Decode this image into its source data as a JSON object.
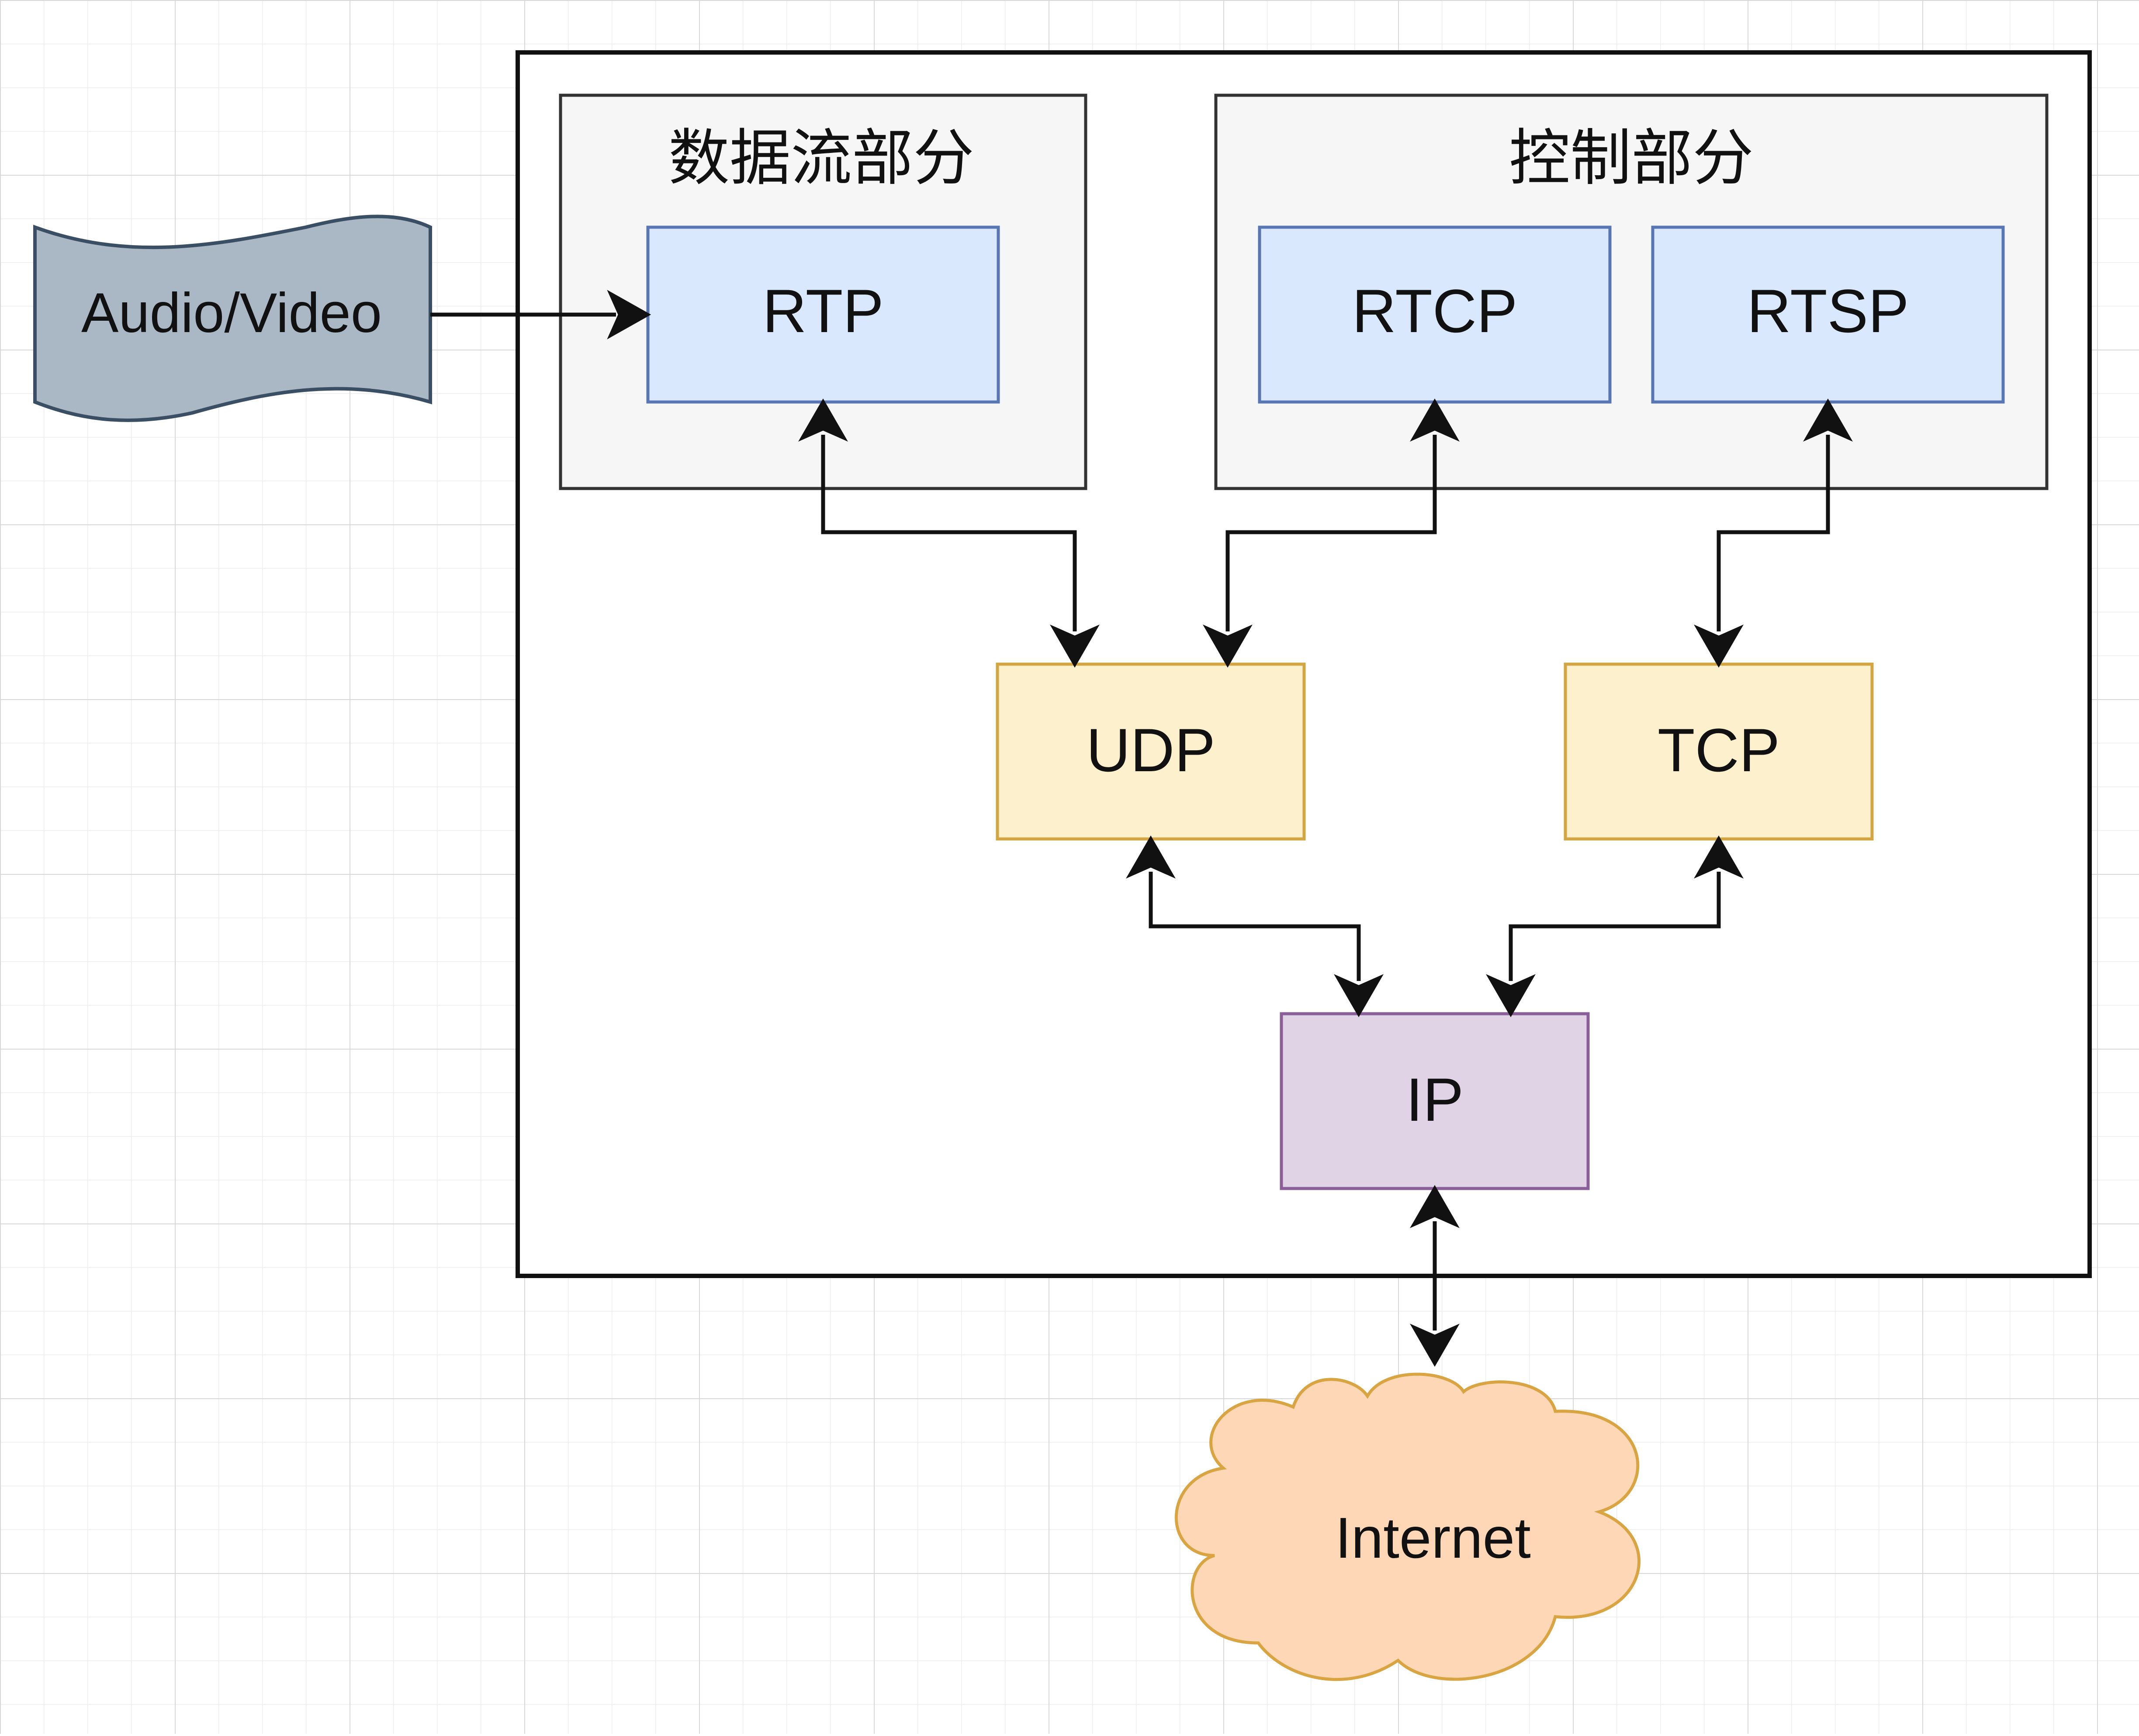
{
  "diagram": {
    "source": {
      "label": "Audio/Video",
      "fill": "#a9b8c4",
      "stroke": "#3a4f63"
    },
    "groups": {
      "data_stream": {
        "label": "数据流部分"
      },
      "control": {
        "label": "控制部分"
      }
    },
    "nodes": {
      "rtp": {
        "label": "RTP",
        "fill": "#d9e8fc",
        "stroke": "#5876b3"
      },
      "rtcp": {
        "label": "RTCP",
        "fill": "#d9e8fc",
        "stroke": "#5876b3"
      },
      "rtsp": {
        "label": "RTSP",
        "fill": "#d9e8fc",
        "stroke": "#5876b3"
      },
      "udp": {
        "label": "UDP",
        "fill": "#fdf0cc",
        "stroke": "#d3a642"
      },
      "tcp": {
        "label": "TCP",
        "fill": "#fdf0cc",
        "stroke": "#d3a642"
      },
      "ip": {
        "label": "IP",
        "fill": "#e0d3e6",
        "stroke": "#8a5e98"
      }
    },
    "cloud": {
      "label": "Internet",
      "fill": "#fdd7b6",
      "stroke": "#d9a442"
    },
    "edges": [
      {
        "from": "Audio/Video",
        "to": "RTP",
        "direction": "one-way"
      },
      {
        "from": "RTP",
        "to": "UDP",
        "direction": "two-way"
      },
      {
        "from": "RTCP",
        "to": "UDP",
        "direction": "two-way"
      },
      {
        "from": "RTSP",
        "to": "TCP",
        "direction": "two-way"
      },
      {
        "from": "UDP",
        "to": "IP",
        "direction": "two-way"
      },
      {
        "from": "TCP",
        "to": "IP",
        "direction": "two-way"
      },
      {
        "from": "IP",
        "to": "Internet",
        "direction": "two-way"
      }
    ]
  }
}
